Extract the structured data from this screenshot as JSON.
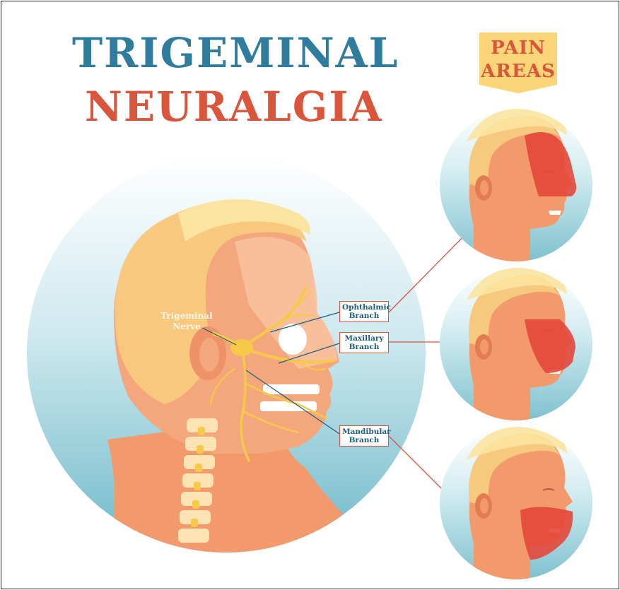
{
  "title": {
    "line1": "TRIGEMINAL",
    "line2": "NEURALGIA"
  },
  "banner": {
    "line1": "PAIN",
    "line2": "AREAS"
  },
  "labels": {
    "nerve": "Trigeminal Nerve",
    "ophthalmic_line1": "Ophthalmic",
    "ophthalmic_line2": "Branch",
    "maxillary_line1": "Maxillary",
    "maxillary_line2": "Branch",
    "mandibular_line1": "Mandibular",
    "mandibular_line2": "Branch"
  },
  "colors": {
    "title_blue": "#2f7c9c",
    "title_red": "#d9553b",
    "banner_yellow": "#fbd577",
    "skin": "#f29a6c",
    "nerve": "#f7c948",
    "pain_red": "#e4473a",
    "circle_blue": "#8fcad7"
  }
}
